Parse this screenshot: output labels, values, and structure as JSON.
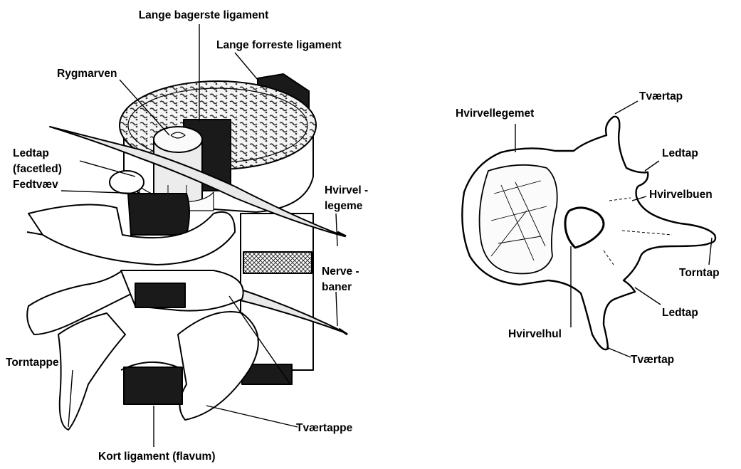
{
  "left_figure": {
    "labels": {
      "posterior_ligament": "Lange bagerste ligament",
      "anterior_ligament": "Lange forreste ligament",
      "spinal_cord": "Rygmarven",
      "facet_joint_1": "Ledtap",
      "facet_joint_2": "(facetled)",
      "fat_tissue": "Fedtvæv",
      "vertebral_body_1": "Hvirvel -",
      "vertebral_body_2": "legeme",
      "nerve_roots_1": "Nerve -",
      "nerve_roots_2": "baner",
      "spinous_processes": "Torntappe",
      "transverse_processes": "Tværtappe",
      "short_ligament": "Kort ligament (flavum)"
    }
  },
  "right_figure": {
    "labels": {
      "vertebral_body": "Hvirvellegemet",
      "transverse_top": "Tværtap",
      "facet_top": "Ledtap",
      "vertebral_arch": "Hvirvelbuen",
      "spinous_process": "Torntap",
      "facet_bottom": "Ledtap",
      "vertebral_foramen": "Hvirvelhul",
      "transverse_bottom": "Tværtap"
    }
  }
}
